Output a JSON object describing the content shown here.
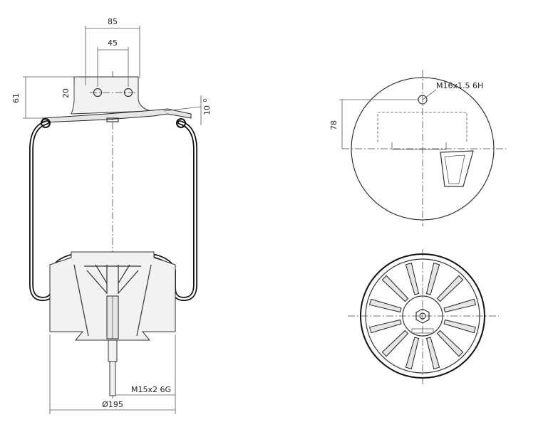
{
  "dimensions": {
    "width_top_outer": "85",
    "width_top_inner": "45",
    "height_left": "61",
    "height_bracket": "20",
    "angle": "10",
    "angle_unit": "0",
    "thread_top": "M16x1.5 6H",
    "offset_top_view": "78",
    "thread_stud": "M15x2 6G",
    "diameter": "Ø195"
  },
  "colors": {
    "line": "#111111",
    "fill_grey": "#e6e6e6",
    "background": "#ffffff"
  }
}
